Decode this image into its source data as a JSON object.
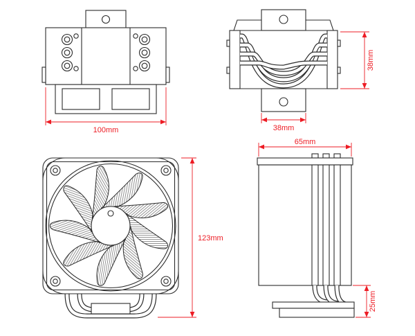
{
  "drawing": {
    "line_color": "#2b2b2b",
    "dimension_color": "#ed1c24",
    "views": {
      "top": {
        "width_label": "100mm"
      },
      "rear": {
        "height_label": "38mm",
        "bracket_width_label": "38mm"
      },
      "front": {
        "height_label": "123mm"
      },
      "side": {
        "depth_label": "65mm",
        "base_height_label": "25mm"
      }
    }
  }
}
